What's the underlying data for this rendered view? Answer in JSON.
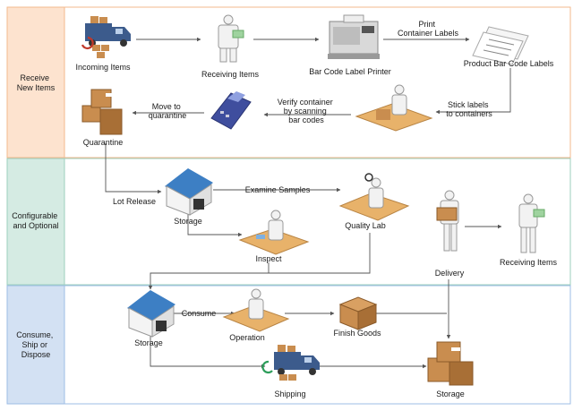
{
  "lanes": [
    {
      "title_lines": [
        "Receive",
        "New Items"
      ],
      "color": "#fde3cf",
      "border": "#f3b98e"
    },
    {
      "title_lines": [
        "Configurable",
        "and Optional"
      ],
      "color": "#d5ebe3",
      "border": "#9ccfbe"
    },
    {
      "title_lines": [
        "Consume,",
        "Ship or",
        "Dispose"
      ],
      "color": "#d3e1f3",
      "border": "#9ebde6"
    }
  ],
  "lane1": {
    "incoming_items": "Incoming Items",
    "receiving_items": "Receiving Items",
    "printer": "Bar Code Label Printer",
    "print_labels": [
      "Print",
      "Container Labels"
    ],
    "product_labels": "Product Bar Code Labels",
    "stick_labels": [
      "Stick labels",
      "to containers"
    ],
    "verify": [
      "Verify container",
      "by scanning",
      "bar codes"
    ],
    "move_to": [
      "Move to",
      "quarantine"
    ],
    "quarantine": "Quarantine"
  },
  "lane2": {
    "lot_release": "Lot Release",
    "storage": "Storage",
    "examine_samples": "Examine Samples",
    "quality_lab": "Quality Lab",
    "inspect": "Inspect",
    "delivery": "Delivery",
    "receiving_items": "Receiving Items"
  },
  "lane3": {
    "storage": "Storage",
    "consume": "Consume",
    "operation": "Operation",
    "finish_goods": "Finish Goods",
    "shipping": "Shipping",
    "storage_right": "Storage"
  },
  "colors": {
    "line": "#555555",
    "truck": "#3c5b8c",
    "box": "#c98d4f",
    "box_dark": "#a86f36",
    "scanner": "#3f4e9e",
    "table": "#e8b26a",
    "house_roof": "#3d7fc4",
    "arrow_red": "#c0392b",
    "arrow_green": "#2e9e5b"
  }
}
